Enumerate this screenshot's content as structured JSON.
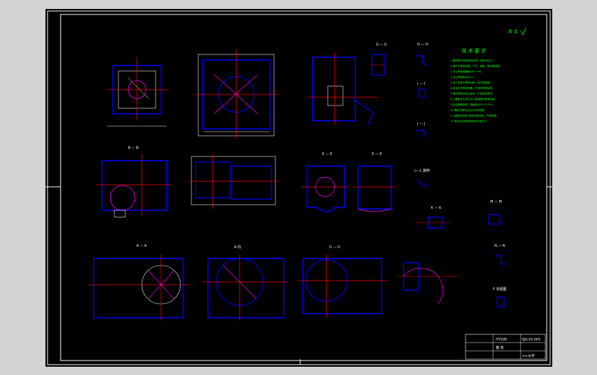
{
  "drawing": {
    "corner_symbol": "其 余",
    "notes_title": "技 术 要 求",
    "notes": [
      "1.箱体铸件须经时效处理，消除内应力。",
      "2.铸件不得有砂眼、气孔、缩松、裂纹等缺陷。",
      "3.未注明铸造圆角为R3~R5。",
      "4.未注明倒角均为C1。",
      "5.加工表面不得有划痕、碰伤等缺陷。",
      "6.各油孔须清洁畅通，不得有铁屑杂物。",
      "7.箱体内壁涂耐油油漆，外表面涂底漆。",
      "8.主要配合孔的形位公差按图示要求检验。",
      "9.结合面需刮研，接触斑点不少于70%。",
      "10.螺纹孔需攻丝后去毛刺处理。",
      "11.装配前须进行煤油渗漏试验，不得渗漏。",
      "12.其余技术要求按相关标准执行。"
    ],
    "section_labels": {
      "g_g": "G — G",
      "h_h": "H — H",
      "i_i": "I — I",
      "j_j": "J — J",
      "b_b": "B — B",
      "e_e": "E — E",
      "e_e2": "E — E",
      "l_l": "L—L 旋转",
      "k_k": "K — K",
      "m_m": "M — M",
      "n_n": "N — N",
      "a_a": "A — A",
      "a_dir": "A 向",
      "d_d": "D — D",
      "f_dir": "F 向视图"
    },
    "title_block": {
      "material": "HT200",
      "drawing_no": "SJX-01-001",
      "part_name": "箱 体",
      "school": "××大学"
    }
  }
}
